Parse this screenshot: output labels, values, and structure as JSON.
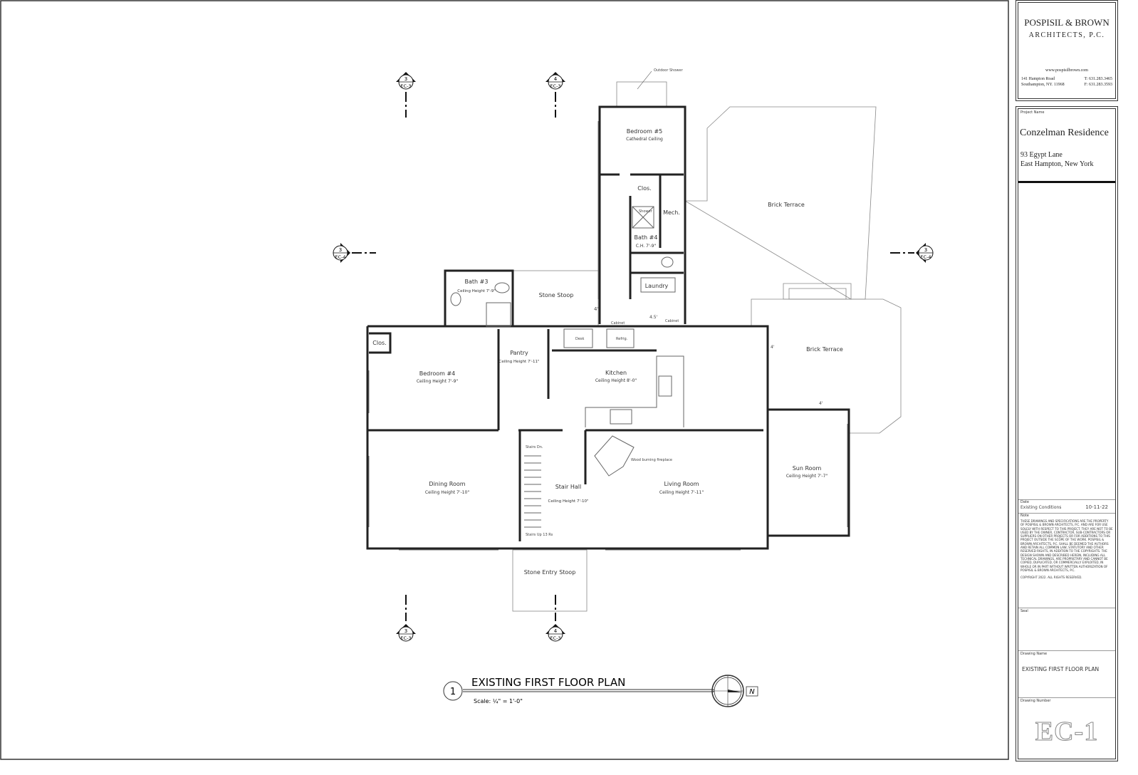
{
  "plan": {
    "rooms": [
      {
        "key": "bedroom5",
        "name": "Bedroom #5",
        "sub": "Cathedral Ceiling"
      },
      {
        "key": "clos_top",
        "name": "Clos."
      },
      {
        "key": "mech",
        "name": "Mech."
      },
      {
        "key": "bath4",
        "name": "Bath #4",
        "sub": "C.H. 7'-9\""
      },
      {
        "key": "laundry",
        "name": "Laundry"
      },
      {
        "key": "bath3",
        "name": "Bath #3",
        "sub": "Ceiling Height 7'-9\""
      },
      {
        "key": "stone_stoop",
        "name": "Stone Stoop"
      },
      {
        "key": "clos_left",
        "name": "Clos."
      },
      {
        "key": "bedroom4",
        "name": "Bedroom #4",
        "sub": "Ceiling Height 7'-9\""
      },
      {
        "key": "pantry",
        "name": "Pantry",
        "sub": "Ceiling Height 7'-11\""
      },
      {
        "key": "kitchen",
        "name": "Kitchen",
        "sub": "Ceiling Height 8'-0\""
      },
      {
        "key": "dining",
        "name": "Dining Room",
        "sub": "Ceiling Height 7'-10\""
      },
      {
        "key": "stair",
        "name": "Stair Hall",
        "sub": "Ceiling Height 7'-10\""
      },
      {
        "key": "living",
        "name": "Living Room",
        "sub": "Ceiling Height 7'-11\""
      },
      {
        "key": "sunroom",
        "name": "Sun Room",
        "sub": "Ceiling Height 7'-7\""
      },
      {
        "key": "entry",
        "name": "Stone Entry Stoop"
      },
      {
        "key": "terrace1",
        "name": "Brick Terrace"
      },
      {
        "key": "terrace2",
        "name": "Brick Terrace"
      }
    ],
    "notes": {
      "outdoor_shower": "Outdoor Shower",
      "fireplace": "Wood burning fireplace",
      "stairs_dn": "Stairs Dn.",
      "stairs_up": "Stairs Up 13 Rs",
      "shower": "Shower",
      "cabinet": "Cabinet",
      "desk": "Desk",
      "refrig": "Refrig.",
      "dim_4a": "4'",
      "dim_45": "4.5'",
      "dim_4b": "4'",
      "dim_4c": "4'"
    },
    "section_markers": [
      {
        "num": "3",
        "sheet": "EC-3"
      },
      {
        "num": "4",
        "sheet": "EC-3"
      },
      {
        "num": "3",
        "sheet": "EC-3"
      },
      {
        "num": "4",
        "sheet": "EC-3"
      },
      {
        "num": "3",
        "sheet": "EC-4"
      },
      {
        "num": "3",
        "sheet": "EC-4"
      }
    ],
    "title": {
      "number": "1",
      "name": "EXISTING FIRST FLOOR PLAN",
      "scale": "Scale: ¼\" = 1'-0\"",
      "north": "N"
    }
  },
  "titleblock": {
    "firm_line1": "POSPISIL & BROWN",
    "firm_line2": "ARCHITECTS, P.C.",
    "website": "www.pospisilbrown.com",
    "address1": "141 Hampton Road",
    "address2": "Southampton, NY. 11968",
    "phone": "T: 631.283.3465",
    "fax": "F: 631.283.3593",
    "project_label": "Project Name",
    "project_name": "Conzelman Residence",
    "project_addr1": "93 Egypt Lane",
    "project_addr2": "East Hampton, New York",
    "date_label": "Date",
    "date_desc": "Existing Conditions",
    "date_value": "10-11-22",
    "note_label": "Note",
    "note_text": "THESE DRAWINGS AND SPECIFICATIONS ARE THE PROPERTY OF POSPISIL & BROWN ARCHITECTS, P.C. AND ARE FOR USE SOLELY WITH RESPECT TO THIS PROJECT. THEY ARE NOT TO BE USED BY THE OWNER, CONTRACTOR, SUB-CONTRACTORS OR SUPPLIERS ON OTHER PROJECTS OR FOR ADDITIONS TO THIS PROJECT OUTSIDE THE SCOPE OF THE WORK. POSPISIL & BROWN ARCHITECTS, P.C. SHALL BE DEEMED THE AUTHORS AND RETAIN ALL COMMON LAW, STATUTORY AND OTHER RESERVED RIGHTS, IN ADDITION TO THE COPYRIGHTS. THE DESIGN SHOWN AND DESCRIBED HEREIN, INCLUDING ALL TECHNICAL DRAWINGS, ARE PROPRIETARY AND CANNOT BE COPIED, DUPLICATED, OR COMMERCIALLY EXPLOITED, IN WHOLE OR IN PART WITHOUT WRITTEN AUTHORIZATION OF POSPISIL & BROWN ARCHITECTS, P.C.",
    "copyright": "COPYRIGHT 2022. ALL RIGHTS RESERVED.",
    "seal_label": "Seal",
    "drawing_name_label": "Drawing Name",
    "drawing_name": "EXISTING FIRST FLOOR PLAN",
    "drawing_number_label": "Drawing Number",
    "drawing_number": "EC-1"
  }
}
